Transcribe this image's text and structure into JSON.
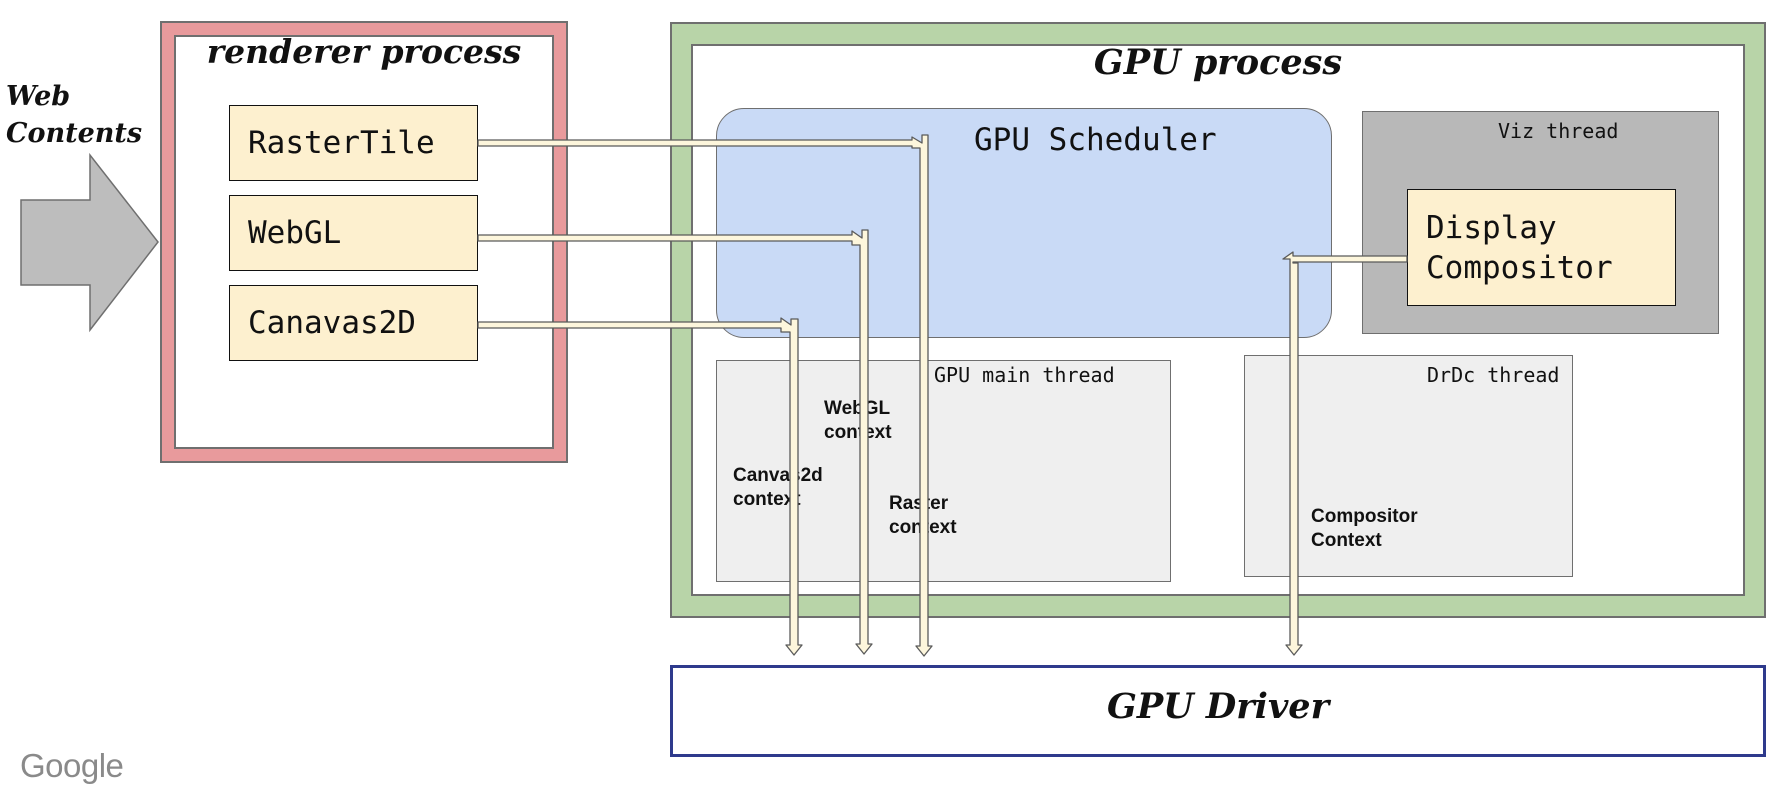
{
  "web_contents": {
    "line1": "Web",
    "line2": "Contents"
  },
  "renderer": {
    "title": "renderer process",
    "boxes": [
      "RasterTile",
      "WebGL",
      "Canavas2D"
    ]
  },
  "gpu": {
    "title": "GPU process",
    "scheduler_label": "GPU Scheduler",
    "viz_label": "Viz thread",
    "display_compositor": {
      "line1": "Display",
      "line2": "Compositor"
    },
    "main_thread_label": "GPU main thread",
    "drdc_label": "DrDc thread",
    "contexts": {
      "webgl": {
        "line1": "WebGL",
        "line2": "context"
      },
      "canvas2d": {
        "line1": "Canvas2d",
        "line2": "context"
      },
      "raster": {
        "line1": "Raster",
        "line2": "context"
      },
      "compositor": {
        "line1": "Compositor",
        "line2": "Context"
      }
    }
  },
  "driver": {
    "title": "GPU Driver"
  },
  "logo": "Google",
  "colors": {
    "renderer_border": "#e89a9c",
    "gpu_border": "#b8d4a8",
    "scheduler_fill": "#c9daf6",
    "viz_fill": "#b8b8b8",
    "thread_fill": "#efefef",
    "box_fill": "#fdf0cf",
    "driver_border": "#2e3a8c",
    "arrow_fill": "#fdf6dc"
  }
}
